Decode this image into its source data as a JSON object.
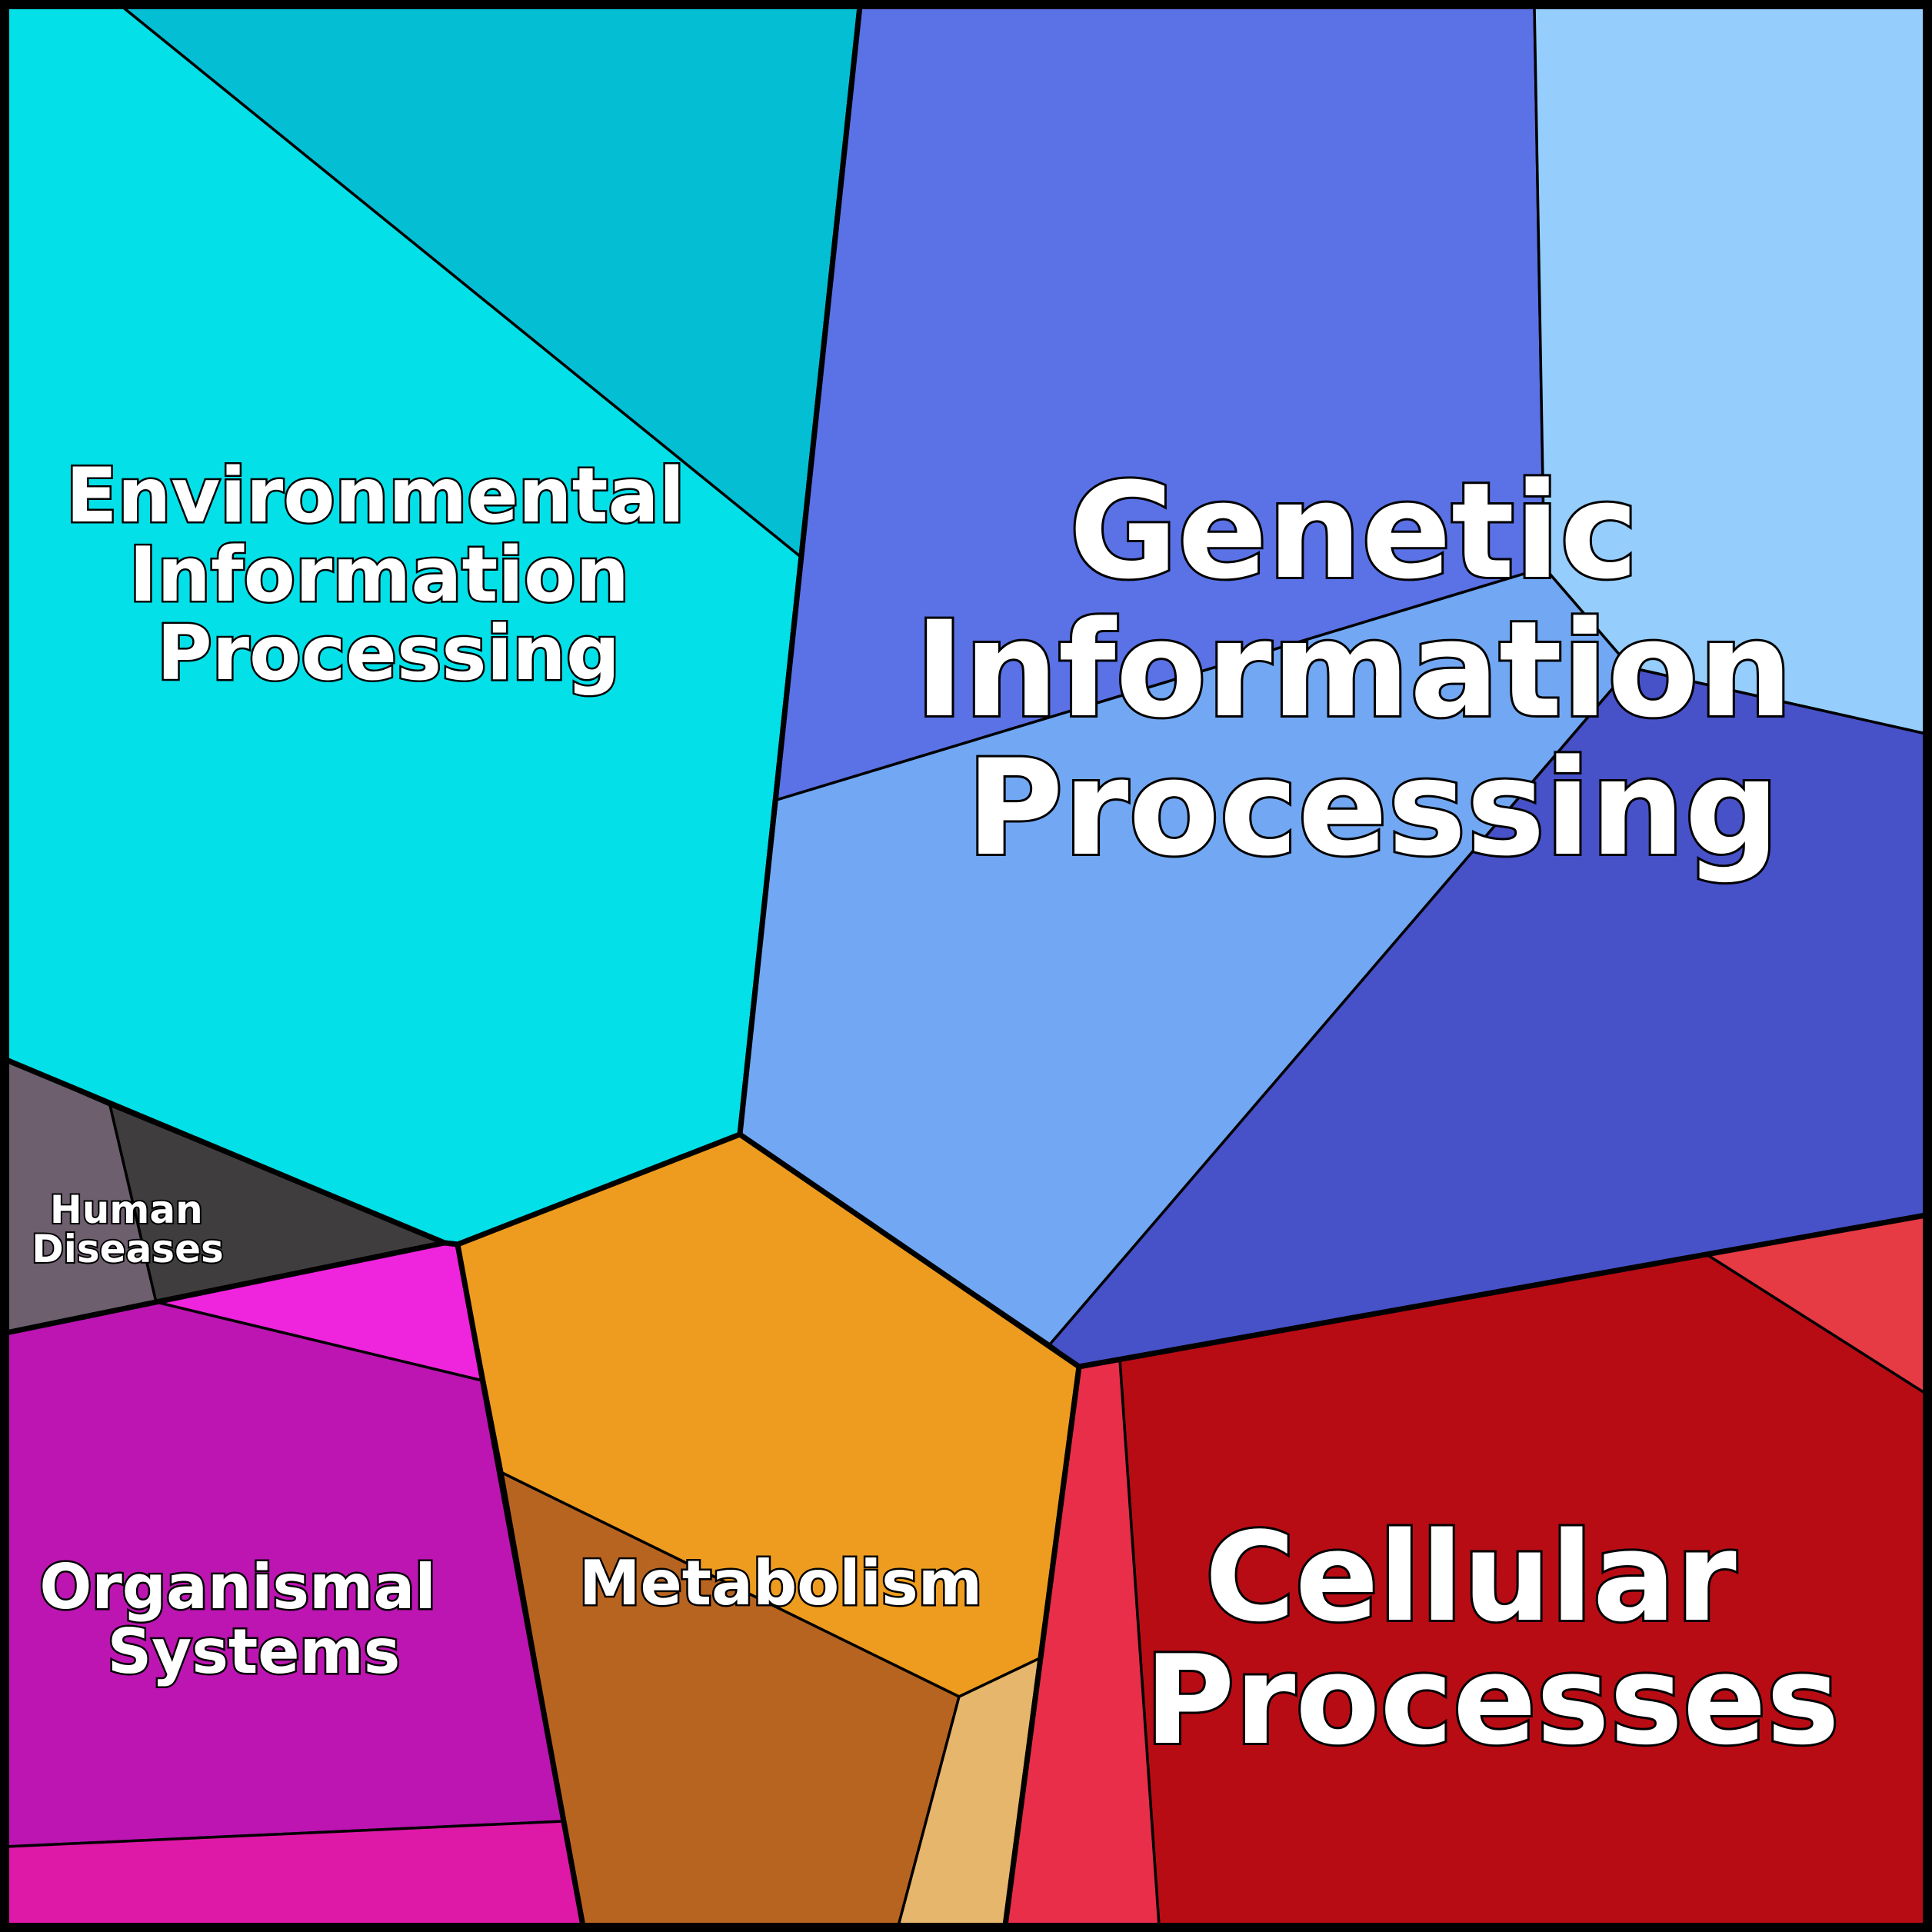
{
  "groups": [
    {
      "id": "environmental",
      "label_lines": [
        "Environmental",
        "Information",
        "Processing"
      ],
      "colors": [
        "#04bfd3",
        "#04e0e8"
      ]
    },
    {
      "id": "genetic",
      "label_lines": [
        "Genetic",
        "Information",
        "Processing"
      ],
      "colors": [
        "#5a72e6",
        "#95cdfd",
        "#72a8f3",
        "#4751c8"
      ]
    },
    {
      "id": "human-diseases",
      "label_lines": [
        "Human",
        "Diseases"
      ],
      "colors": [
        "#6d5f6e",
        "#403d3f"
      ]
    },
    {
      "id": "organismal",
      "label_lines": [
        "Organismal",
        "Systems"
      ],
      "colors": [
        "#ef24dd",
        "#bc15b2",
        "#de19a7"
      ]
    },
    {
      "id": "metabolism",
      "label_lines": [
        "Metabolism"
      ],
      "colors": [
        "#ed9c1f",
        "#b86421",
        "#e6b66c"
      ]
    },
    {
      "id": "cellular",
      "label_lines": [
        "Cellular",
        "Processes"
      ],
      "colors": [
        "#b80c15",
        "#e82e49",
        "#e63b44"
      ]
    }
  ]
}
